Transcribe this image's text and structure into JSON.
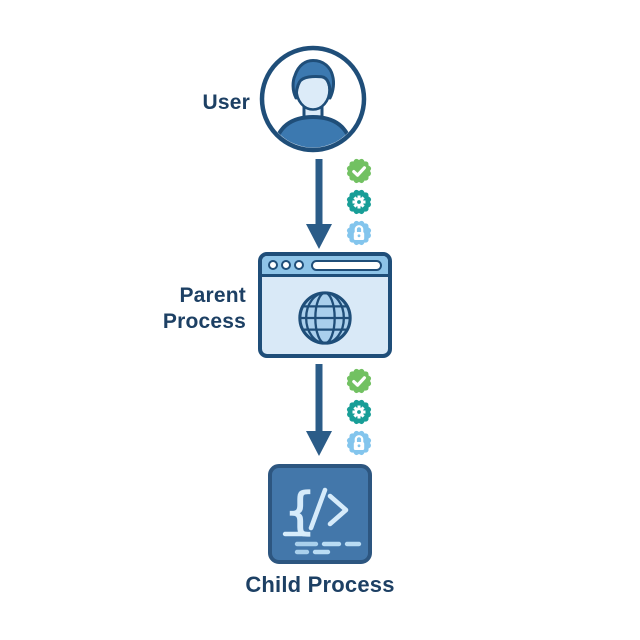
{
  "diagram": {
    "title_hint": "process trust chain diagram",
    "user": {
      "label": "User"
    },
    "parent": {
      "label": "Parent Process"
    },
    "child": {
      "label": "Child Process"
    },
    "badges": {
      "check": {
        "name": "verified-check",
        "color": "#72c162",
        "icon_color": "#ffffff"
      },
      "gear": {
        "name": "settings-gear",
        "color": "#189e97",
        "icon_color": "#ffffff"
      },
      "lock": {
        "name": "security-lock",
        "color": "#83c5ed",
        "icon_color": "#ffffff"
      }
    },
    "colors": {
      "outline": "#1f4e79",
      "text": "#1d4064",
      "arrow": "#2b5c88",
      "avatar_fill": "#3c79b0",
      "avatar_skin": "#dcebf8",
      "browser_bar": "#8ec4e8",
      "browser_body": "#d9e9f7",
      "globe_fill": "#a9cfec",
      "child_box": "#4377aa",
      "child_box_border": "#2d5680",
      "code_glyph": "#d6ebfa"
    }
  }
}
